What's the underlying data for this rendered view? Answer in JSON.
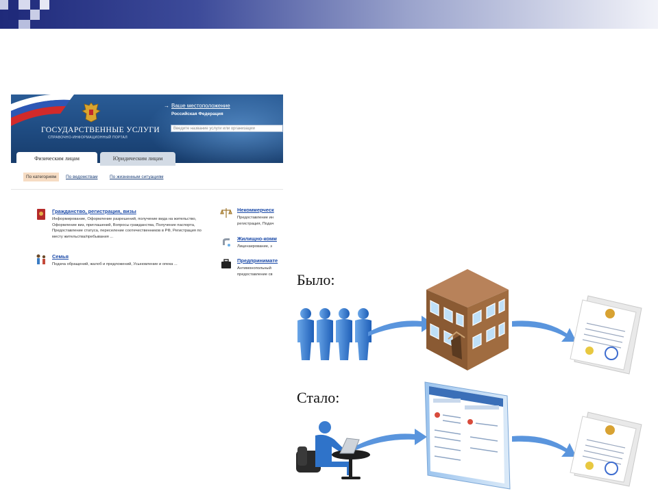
{
  "colors": {
    "deco_dark": "#1f2a7a",
    "header_blue": "#1e4a80",
    "link_blue": "#1b4aa8",
    "arrow_blue": "#4a88d8",
    "people_blue": "#2f73c9",
    "house_brown": "#8a5a33"
  },
  "portal": {
    "logo_title": "ГОСУДАРСТВЕННЫЕ УСЛУГИ",
    "logo_subtitle": "СПРАВОЧНО-ИНФОРМАЦИОННЫЙ ПОРТАЛ",
    "location_label": "Ваше местоположение",
    "location_value": "Российская Федерация",
    "search_placeholder": "Введите название услуги или организации",
    "tabs": [
      {
        "label": "Физическим лицам",
        "active": true
      },
      {
        "label": "Юридическим лицам",
        "active": false
      }
    ],
    "subnav": [
      {
        "label": "По категориям",
        "active": true
      },
      {
        "label": "По ведомствам",
        "active": false
      },
      {
        "label": "По жизненным ситуациям",
        "active": false
      }
    ],
    "categories": [
      {
        "title": "Гражданство, регистрация, визы",
        "description": "Информирование, Оформление разрешений, получение вида на жительство, Оформление виз, приглашений, Вопросы гражданства, Получение паспорта, Предоставление статуса, переселение соотечественников в РФ, Регистрация по месту жительства/пребывания ...",
        "icon": "passport-icon"
      },
      {
        "title": "Семья",
        "description": "Подача обращений, жалоб и предложений, Усыновление и опека ...",
        "icon": "family-icon"
      },
      {
        "title": "Некоммерческ",
        "description": "Предоставление ин регистрация, Подач",
        "icon": "scales-icon"
      },
      {
        "title": "Жилищно-комм",
        "description": "Лицензирование, з",
        "icon": "faucet-icon"
      },
      {
        "title": "Предпринимате",
        "description": "Антимонопольный предоставление св",
        "icon": "briefcase-icon"
      }
    ]
  },
  "before_label": "Было:",
  "after_label": "Стало:"
}
